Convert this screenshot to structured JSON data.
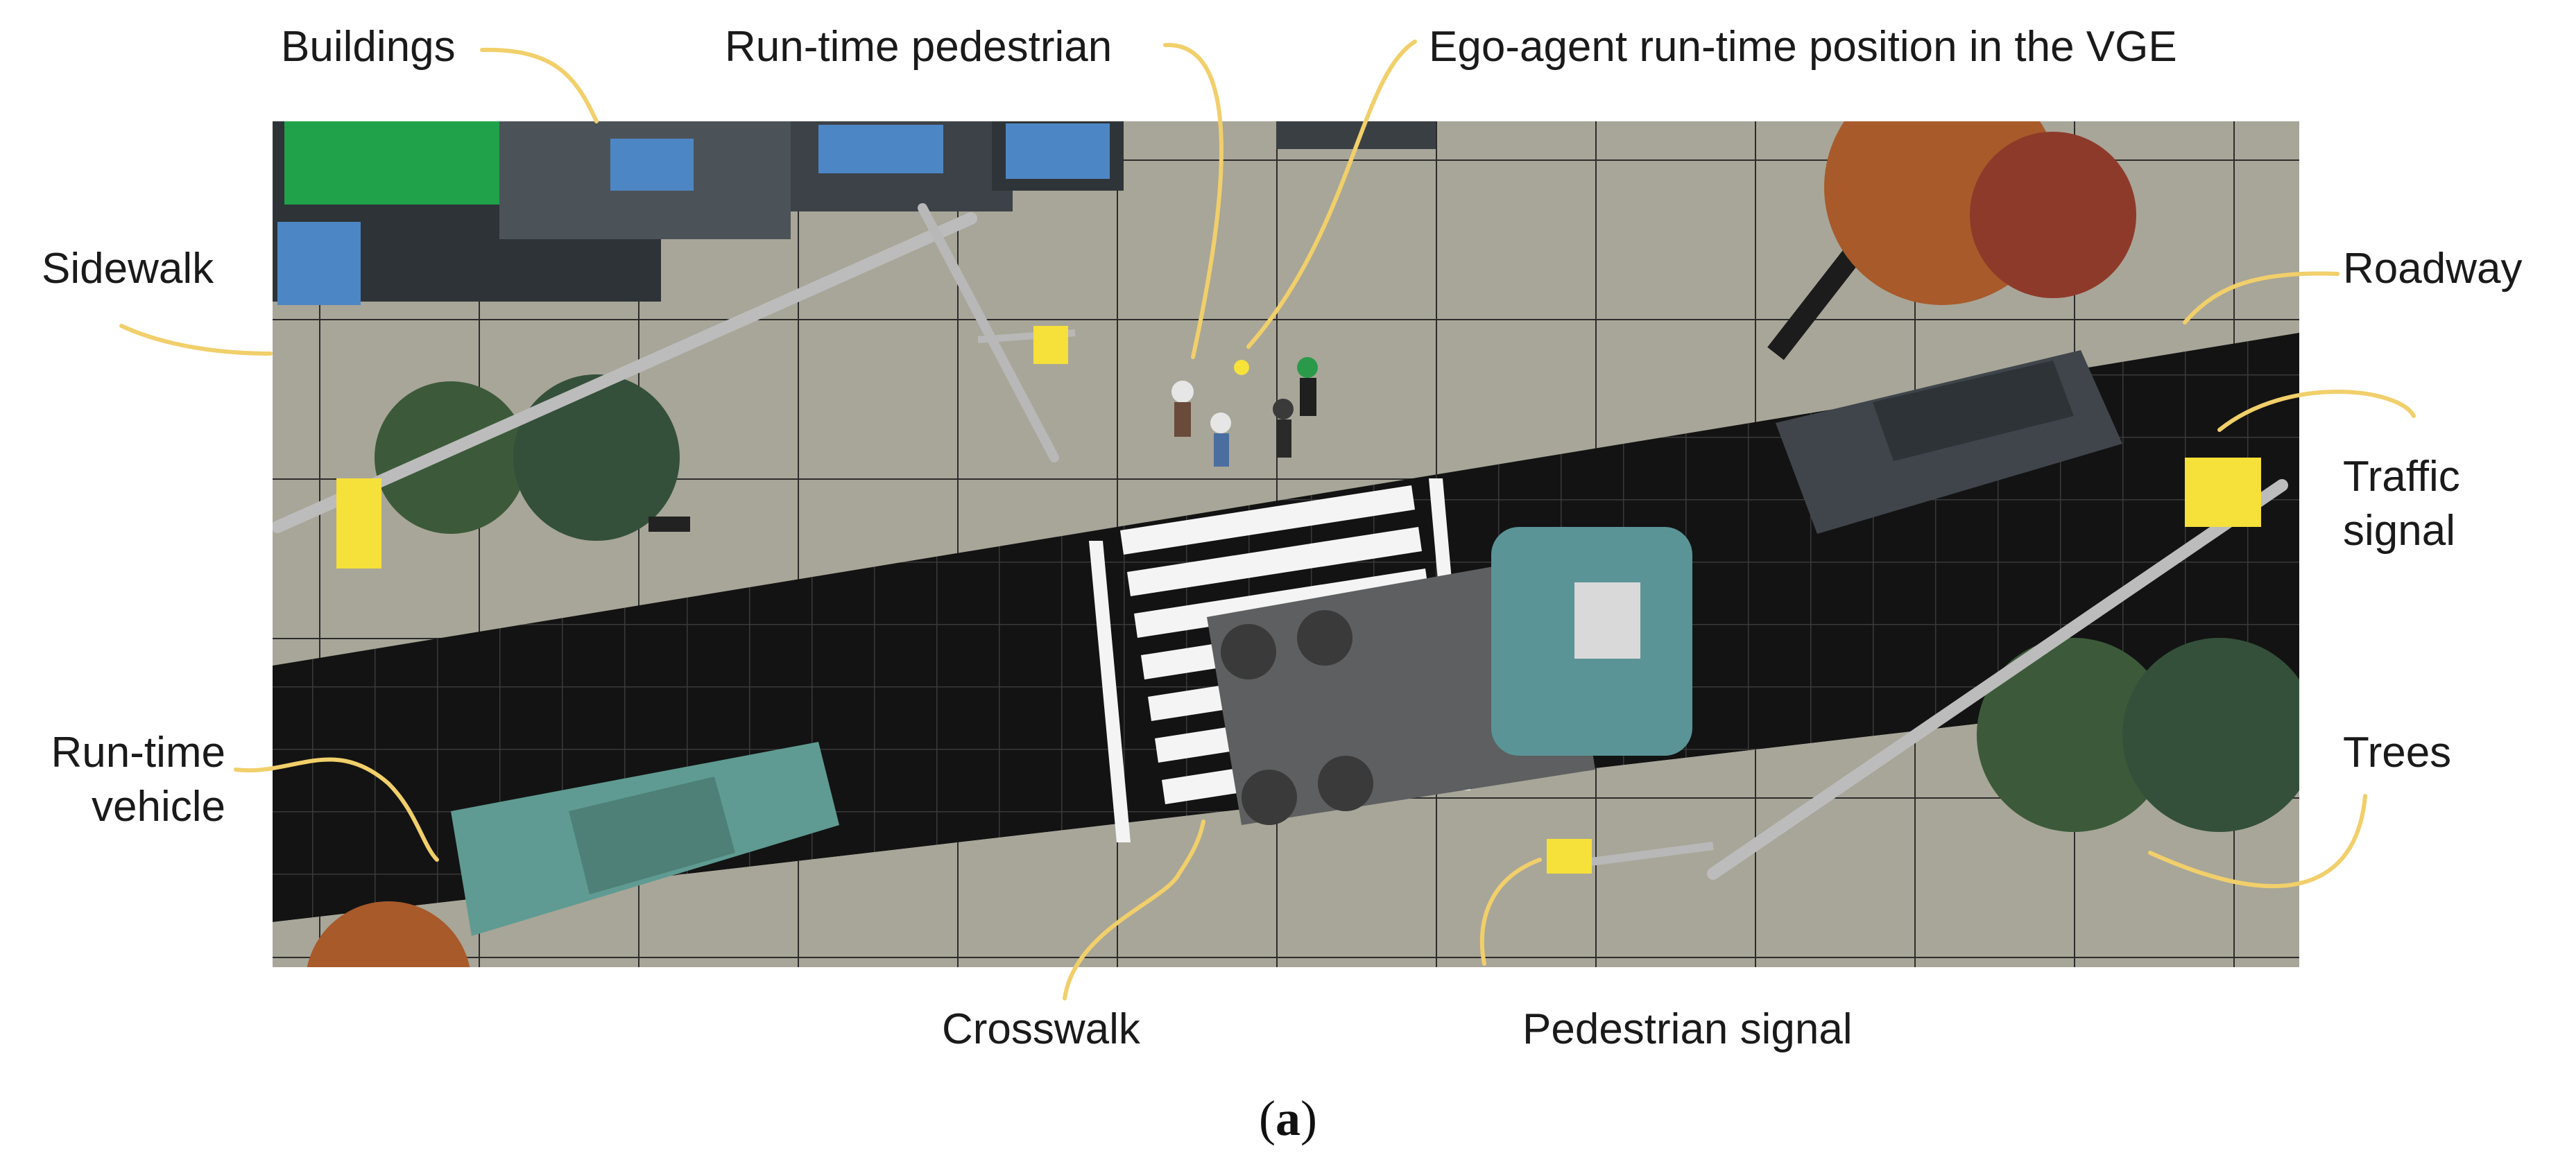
{
  "labels": {
    "buildings": "Buildings",
    "run_time_pedestrian": "Run-time pedestrian",
    "ego_agent": "Ego-agent run-time position in the VGE",
    "sidewalk": "Sidewalk",
    "roadway": "Roadway",
    "traffic_signal_line1": "Traffic",
    "traffic_signal_line2": "signal",
    "run_time_vehicle_line1": "Run-time",
    "run_time_vehicle_line2": "vehicle",
    "trees": "Trees",
    "crosswalk": "Crosswalk",
    "pedestrian_signal": "Pedestrian signal"
  },
  "caption": {
    "open": "(",
    "letter": "a",
    "close": ")"
  },
  "colors": {
    "sidewalk": "#a7a597",
    "roadway": "#141414",
    "leader_line": "#f1cf6a",
    "signal_yellow": "#f6e03a",
    "building_green": "#1fa24a",
    "tree_green": "#3c5a3a",
    "tree_orange": "#a85a2a",
    "car_teal": "#5f9b92",
    "truck_teal": "#5b9496",
    "suv_dark": "#3f454b"
  }
}
